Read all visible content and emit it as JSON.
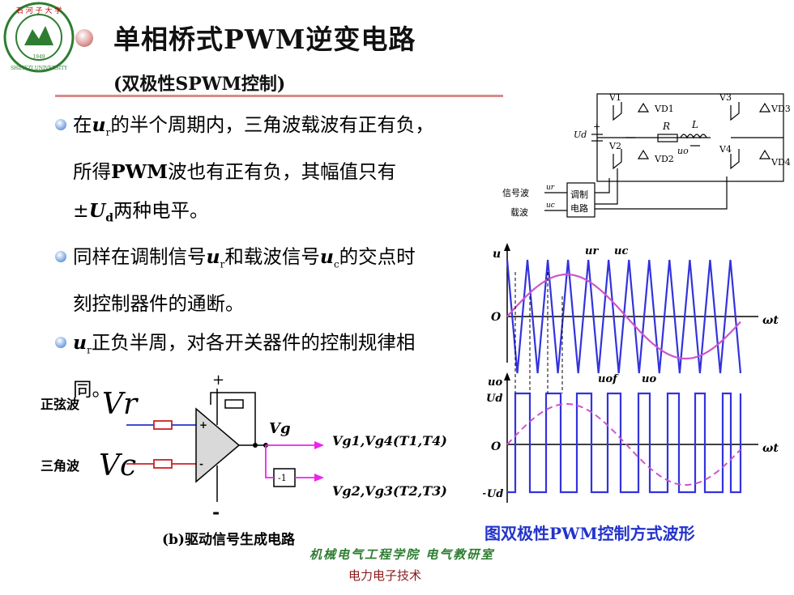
{
  "header": {
    "title": "单相桥式PWM逆变电路",
    "subtitle": "(双极性SPWM控制)",
    "logo_text": "SHIHEZI UNIVERSITY",
    "logo_year": "1949"
  },
  "bullets": [
    {
      "pre": "在",
      "var": "u",
      "sub": "r",
      "post": "的半个周期内，三角波载波有正有负，所得",
      "bold": "PWM",
      "post2": "波也有正有负，其幅值只有±",
      "var2": "U",
      "sub2": "d",
      "post3": "两种电平。"
    },
    {
      "pre": "同样在调制信号",
      "var": "u",
      "sub": "r",
      "mid": "和载波信号",
      "var2": "u",
      "sub2": "c",
      "post": "的交点时刻控制器件的通断。"
    },
    {
      "var": "u",
      "sub": "r",
      "post": "正负半周，对各开关器件的控制规律相同。"
    }
  ],
  "circuit_top": {
    "labels": {
      "v1": "V1",
      "v2": "V2",
      "v3": "V3",
      "v4": "V4",
      "vd1": "VD1",
      "vd2": "VD2",
      "vd3": "VD3",
      "vd4": "VD4",
      "R": "R",
      "L": "L",
      "uo": "uo",
      "Ud": "Ud",
      "plus": "+"
    },
    "signal_label": "信号波",
    "carrier_label": "载波",
    "ur": "ur",
    "uc": "uc",
    "box_line1": "调制",
    "box_line2": "电路"
  },
  "waveform": {
    "u_label": "u",
    "ur_label": "ur",
    "uc_label": "uc",
    "o_label": "O",
    "wt_label": "ωt",
    "uo_label": "uo",
    "Ud_label": "Ud",
    "negUd_label": "−Ud",
    "uof_label": "uof",
    "uo2_label": "uo",
    "caption": "图双极性PWM控制方式波形"
  },
  "drive_circuit": {
    "sine_label": "正弦波",
    "tri_label": "三角波",
    "vr": "Vr",
    "vc": "Vc",
    "vg": "Vg",
    "out1": "Vg1,Vg4(T1,T4)",
    "out2": "Vg2,Vg3(T2,T3)",
    "inv": "-1",
    "plus": "+",
    "minus": "-",
    "caption": "(b)驱动信号生成电路"
  },
  "footer": {
    "line1": "机械电气工程学院 电气教研室",
    "line2": "电力电子技术"
  },
  "colors": {
    "accent_rule": "#d98a8a",
    "wave_blue": "#3333dd",
    "wave_purple": "#cc55cc",
    "drive_magenta": "#ee22ee",
    "drive_blue": "#2233cc",
    "drive_red": "#cc2222"
  }
}
